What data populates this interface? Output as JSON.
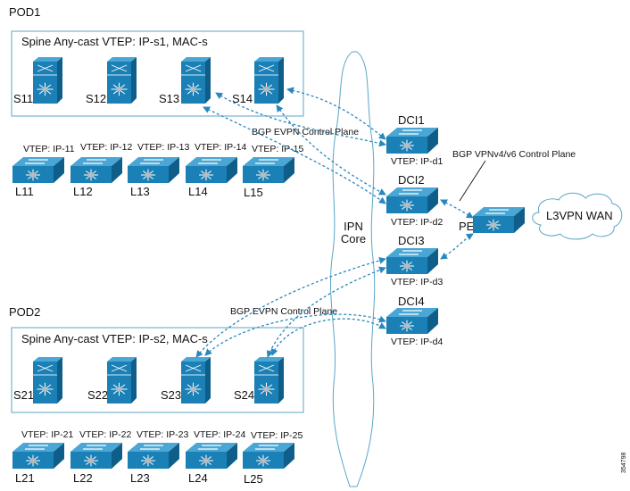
{
  "pods": [
    {
      "title": "POD1",
      "spine_label": "Spine Any-cast VTEP: IP-s1, MAC-s",
      "spines": [
        "S11",
        "S12",
        "S13",
        "S14"
      ],
      "leaves": [
        {
          "name": "L11",
          "vtep": "VTEP: IP-11"
        },
        {
          "name": "L12",
          "vtep": "VTEP: IP-12"
        },
        {
          "name": "L13",
          "vtep": "VTEP: IP-13"
        },
        {
          "name": "L14",
          "vtep": "VTEP: IP-14"
        },
        {
          "name": "L15",
          "vtep": "VTEP: IP-15"
        }
      ],
      "control_plane": "BGP EVPN Control Plane"
    },
    {
      "title": "POD2",
      "spine_label": "Spine Any-cast VTEP: IP-s2, MAC-s",
      "spines": [
        "S21",
        "S22",
        "S23",
        "S24"
      ],
      "leaves": [
        {
          "name": "L21",
          "vtep": "VTEP: IP-21"
        },
        {
          "name": "L22",
          "vtep": "VTEP: IP-22"
        },
        {
          "name": "L23",
          "vtep": "VTEP: IP-23"
        },
        {
          "name": "L24",
          "vtep": "VTEP: IP-24"
        },
        {
          "name": "L25",
          "vtep": "VTEP: IP-25"
        }
      ],
      "control_plane": "BGP EVPN Control Plane"
    }
  ],
  "ipn": {
    "line1": "IPN",
    "line2": "Core"
  },
  "dcis": [
    {
      "name": "DCI1",
      "vtep": "VTEP: IP-d1"
    },
    {
      "name": "DCI2",
      "vtep": "VTEP: IP-d2"
    },
    {
      "name": "DCI3",
      "vtep": "VTEP: IP-d3"
    },
    {
      "name": "DCI4",
      "vtep": "VTEP: IP-d4"
    }
  ],
  "pe": {
    "name": "PE",
    "control_plane": "BGP VPNv4/v6 Control Plane"
  },
  "wan": {
    "label": "L3VPN WAN"
  },
  "figure_id": "354798",
  "colors": {
    "device_front": "#1b80b6",
    "device_top": "#4aa6d4",
    "device_side": "#0f5e8a",
    "link": "#2a87bd",
    "box": "#5aa6c8"
  }
}
